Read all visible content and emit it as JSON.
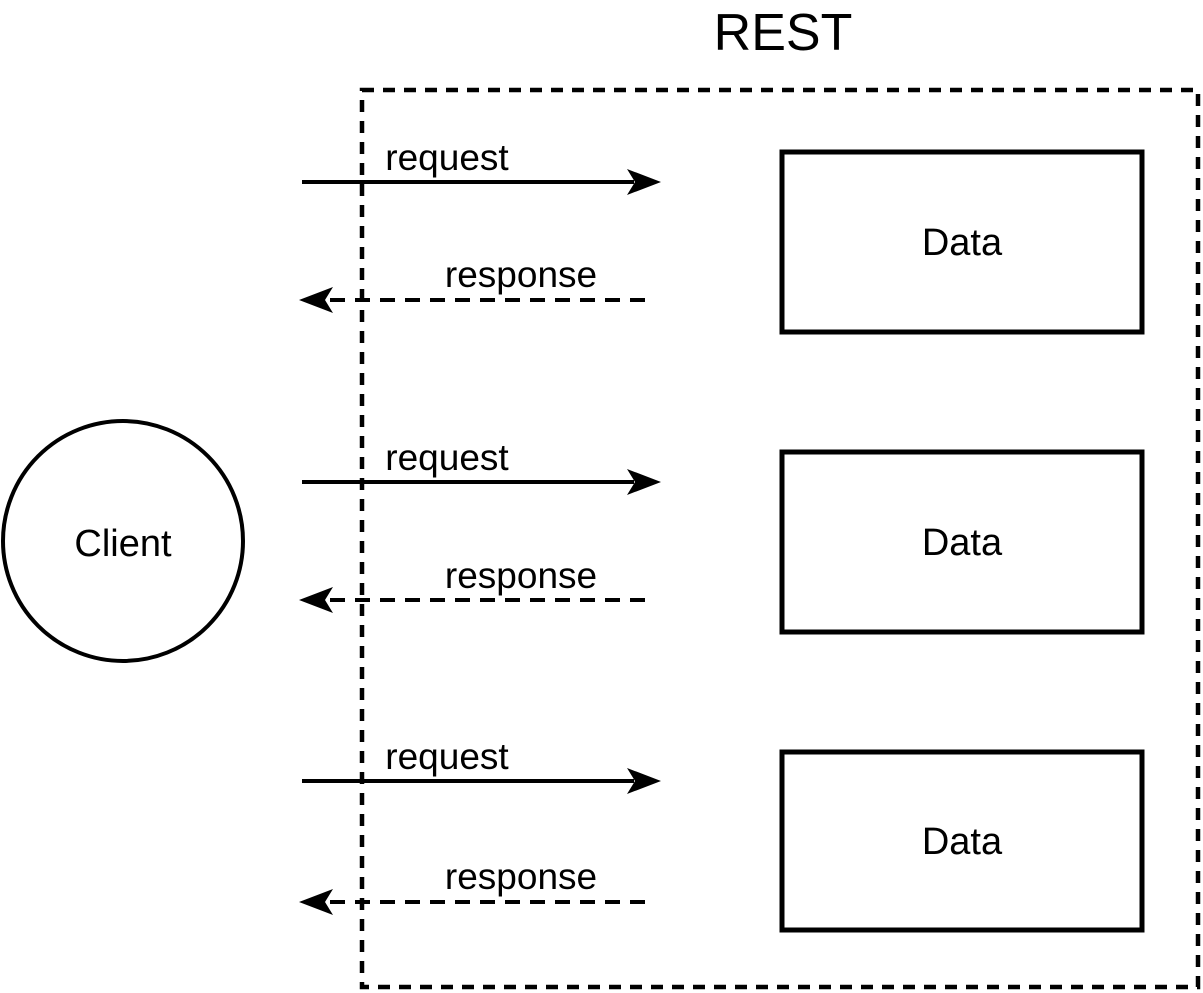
{
  "diagram": {
    "title": "REST",
    "client": {
      "label": "Client"
    },
    "boundary": {
      "style": "dashed",
      "label": "REST"
    },
    "connections": [
      {
        "request_label": "request",
        "response_label": "response",
        "server_label": "Data"
      },
      {
        "request_label": "request",
        "response_label": "response",
        "server_label": "Data"
      },
      {
        "request_label": "request",
        "response_label": "response",
        "server_label": "Data"
      }
    ],
    "colors": {
      "ink": "#000000",
      "background": "#ffffff"
    }
  }
}
